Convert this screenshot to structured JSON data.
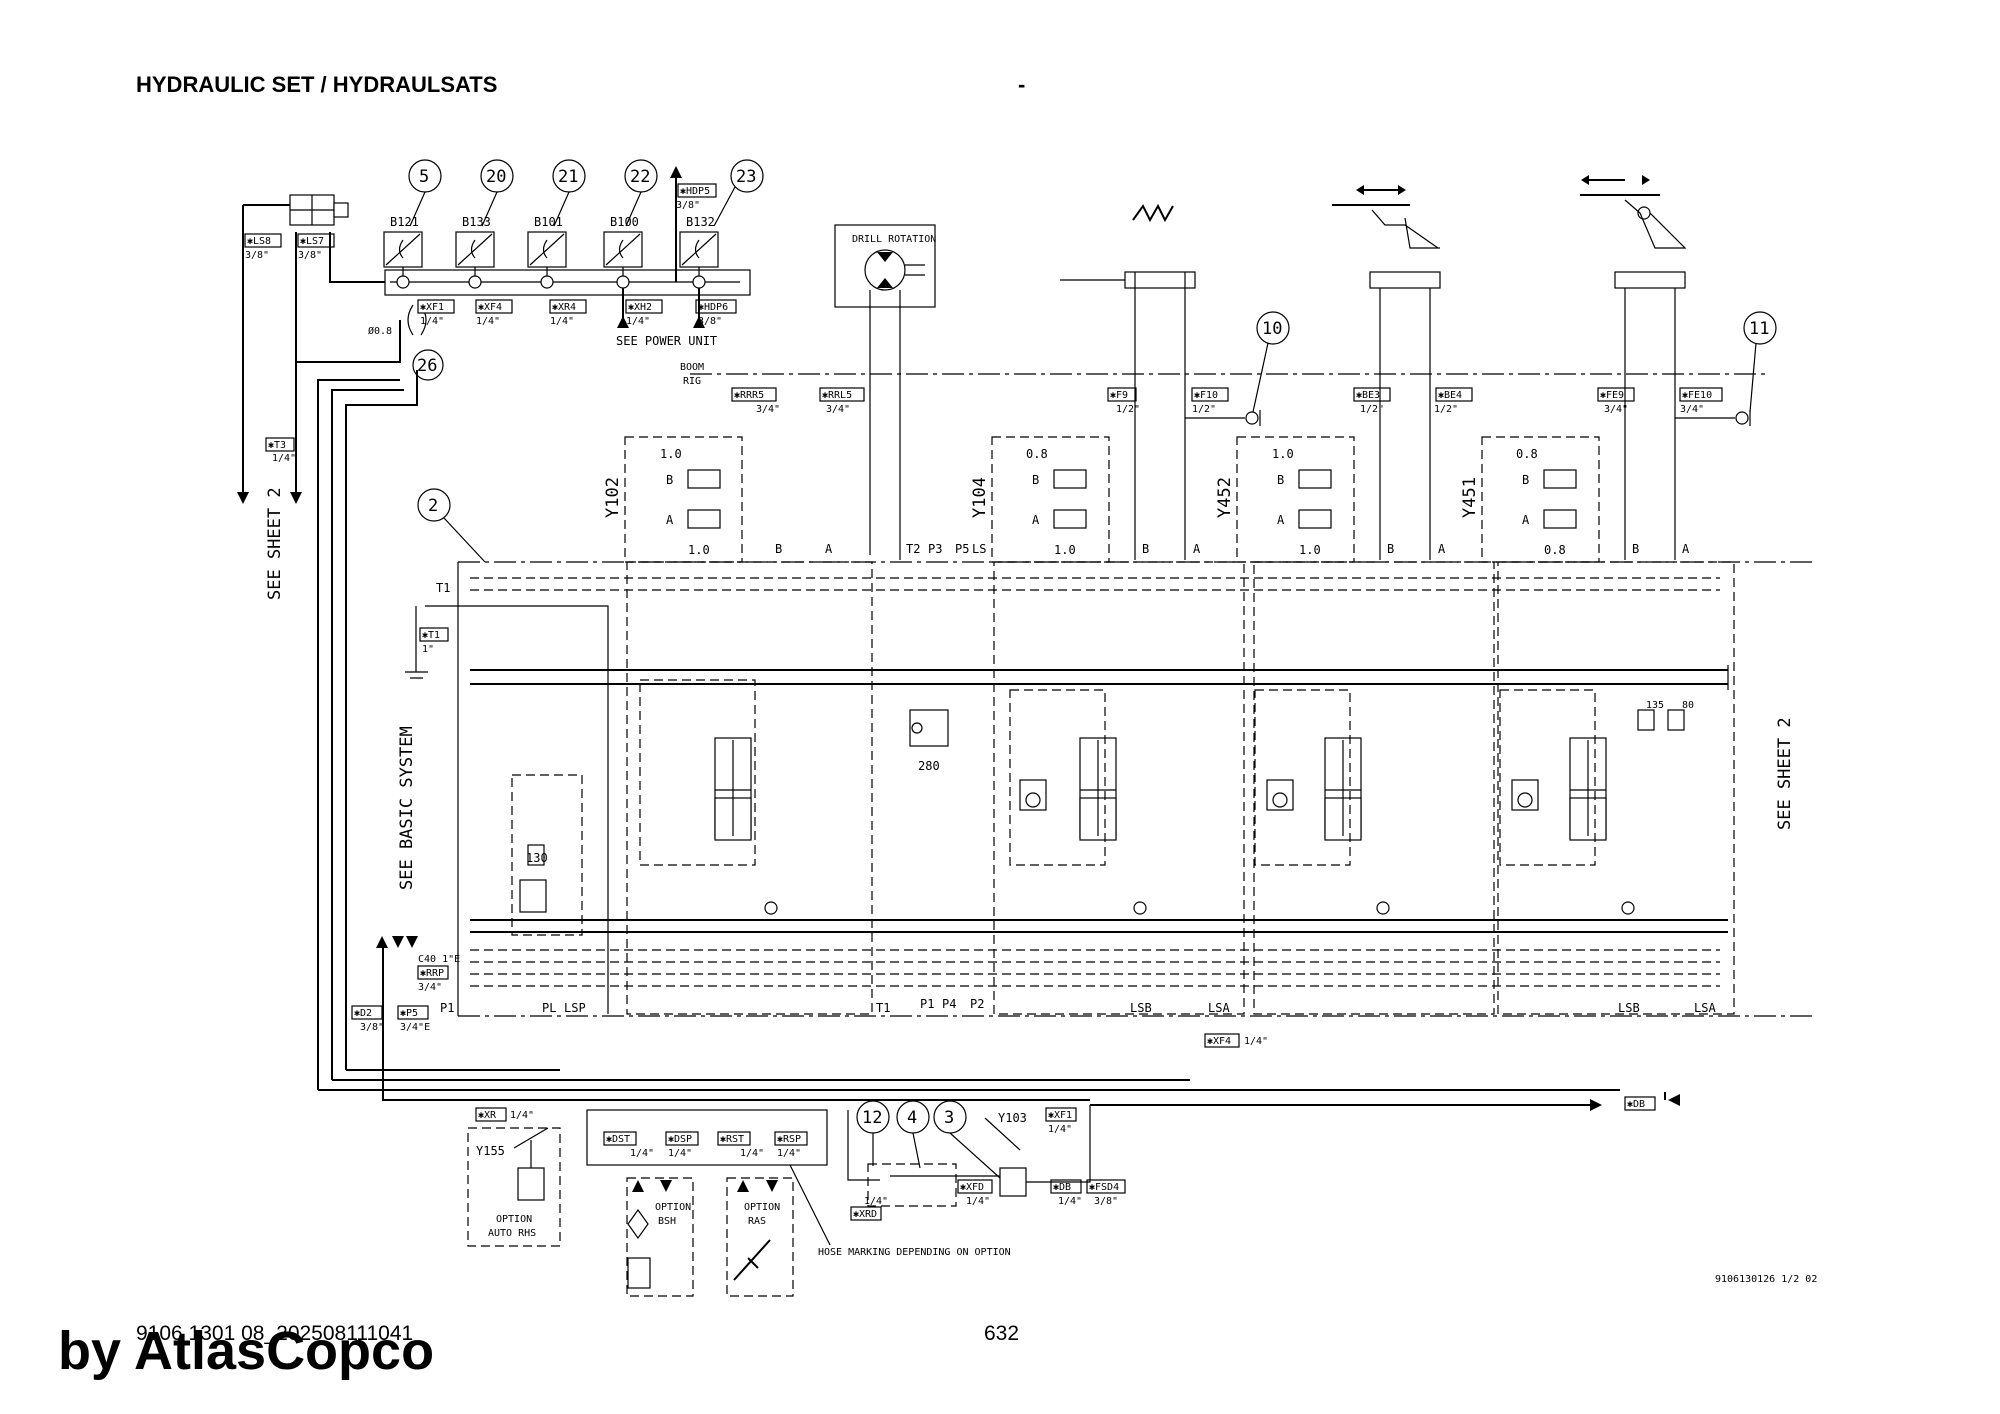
{
  "header": {
    "title": "HYDRAULIC SET / HYDRAULSATS",
    "dash": "-"
  },
  "footer": {
    "doc_id": "9106130126 1/2 02",
    "print_ref": "9106 1301 08_202508111041",
    "page": "632",
    "watermark": "by AtlasCopco"
  },
  "balloons": [
    "5",
    "20",
    "21",
    "22",
    "23",
    "26",
    "10",
    "11",
    "2",
    "12",
    "4",
    "3"
  ],
  "sensors": [
    "B121",
    "B133",
    "B101",
    "B100",
    "B132"
  ],
  "ports_top": [
    {
      "tag": "✱XF1",
      "size": "1/4\""
    },
    {
      "tag": "✱XF4",
      "size": "1/4\""
    },
    {
      "tag": "✱XR4",
      "size": "1/4\""
    },
    {
      "tag": "✱XH2",
      "size": "1/4\""
    },
    {
      "tag": "✱HDP6",
      "size": "3/8\""
    }
  ],
  "ports_left": [
    {
      "tag": "✱LS8",
      "size": "3/8\""
    },
    {
      "tag": "✱LS7",
      "size": "3/8\""
    },
    {
      "tag": "✱T3",
      "size": "1/4\""
    },
    {
      "tag": "✱T1",
      "size": "1\""
    },
    {
      "tag": "✱D2",
      "size": "3/8\""
    },
    {
      "tag": "✱P5",
      "size": "3/4\"E"
    },
    {
      "tag": "✱RRP",
      "size": "3/4\""
    }
  ],
  "ports_boom": [
    {
      "tag": "✱RRR5",
      "size": "3/4\""
    },
    {
      "tag": "✱RRL5",
      "size": "3/4\""
    },
    {
      "tag": "✱F9",
      "size": "1/2\""
    },
    {
      "tag": "✱F10",
      "size": "1/2\""
    },
    {
      "tag": "✱BE3",
      "size": "1/2\""
    },
    {
      "tag": "✱BE4",
      "size": "1/2\""
    },
    {
      "tag": "✱FE9",
      "size": "3/4\""
    },
    {
      "tag": "✱FE10",
      "size": "3/4\""
    }
  ],
  "ports_bottom": [
    {
      "tag": "✱XF4",
      "size": "1/4\""
    },
    {
      "tag": "✱XR",
      "size": "1/4\""
    },
    {
      "tag": "✱XF1",
      "size": "1/4\""
    },
    {
      "tag": "✱DB",
      "size": ""
    },
    {
      "tag": "✱DB",
      "size": "1/4\""
    },
    {
      "tag": "✱FSD4",
      "size": "3/8\""
    },
    {
      "tag": "✱XFD",
      "size": "1/4\""
    },
    {
      "tag": "✱XRD",
      "size": "1/4\""
    },
    {
      "tag": "✱DST",
      "size": "1/4\""
    },
    {
      "tag": "✱DSP",
      "size": "1/4\""
    },
    {
      "tag": "✱RST",
      "size": "1/4\""
    },
    {
      "tag": "✱RSP",
      "size": "1/4\""
    }
  ],
  "labels": {
    "hdp5": "✱HDP5",
    "hdp5_size": "3/8\"",
    "orifice": "Ø0.8",
    "see_power_unit": "SEE POWER UNIT",
    "boom": "BOOM",
    "rig": "RIG",
    "drill_rotation": "DRILL ROTATION",
    "see_sheet_2": "SEE SHEET 2",
    "see_basic_system": "SEE BASIC SYSTEM",
    "c40": "C40 1\"E",
    "t1": "T1",
    "t2": "T2",
    "p3": "P3",
    "p5": "P5",
    "ls": "LS",
    "p1": "P1",
    "p4": "P4",
    "p2": "P2",
    "pl": "PL",
    "lsp": "LSP",
    "lsb": "LSB",
    "lsa": "LSA",
    "b": "B",
    "a": "A",
    "r280": "280",
    "r130": "130",
    "r135": "135",
    "r80": "80",
    "y155": "Y155",
    "y103": "Y103",
    "option_auto_rhs": [
      "OPTION",
      "AUTO RHS"
    ],
    "option_bsh": [
      "OPTION",
      "BSH"
    ],
    "option_ras": [
      "OPTION",
      "RAS"
    ],
    "hose_marking": "HOSE MARKING DEPENDING ON OPTION"
  },
  "sections": [
    {
      "valve": "Y102",
      "top": "1.0",
      "bottom": "1.0"
    },
    {
      "valve": "Y104",
      "top": "0.8",
      "bottom": "1.0"
    },
    {
      "valve": "Y452",
      "top": "1.0",
      "bottom": "1.0"
    },
    {
      "valve": "Y451",
      "top": "0.8",
      "bottom": "0.8"
    }
  ]
}
